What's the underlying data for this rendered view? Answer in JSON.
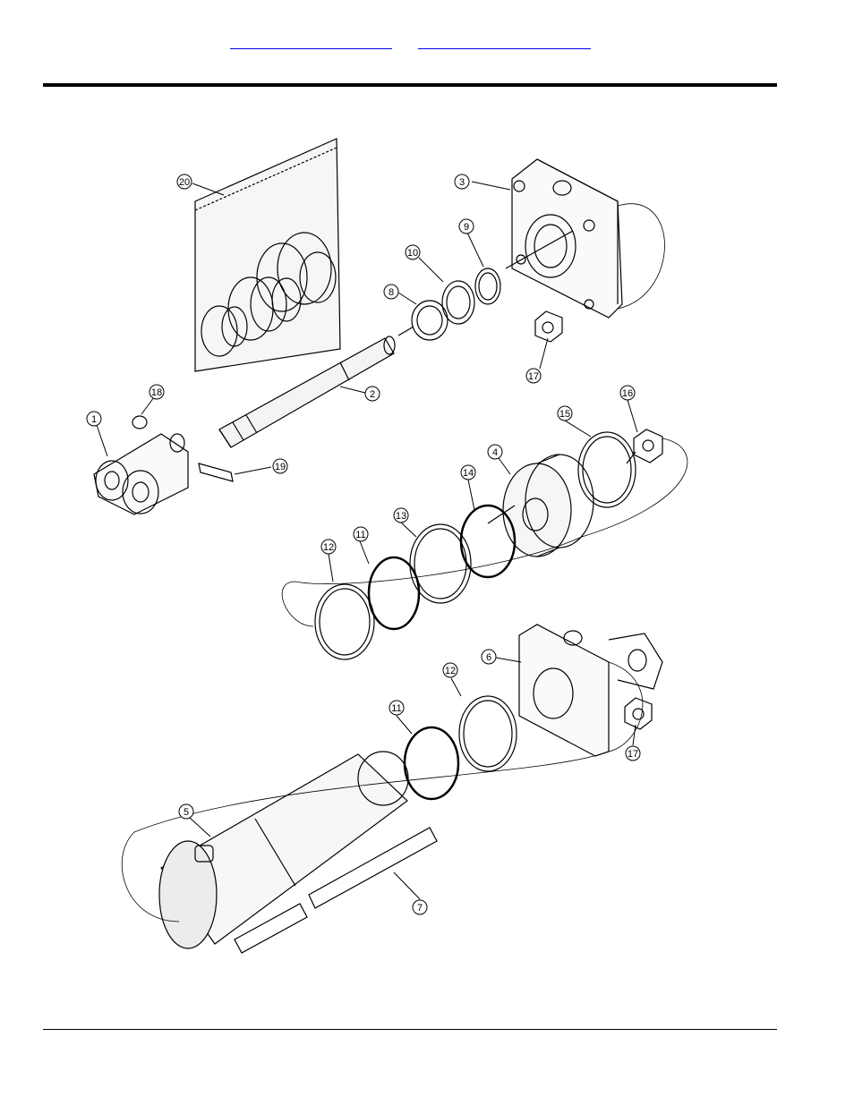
{
  "header": {
    "links": [
      {
        "label": ""
      },
      {
        "label": ""
      }
    ]
  },
  "diagram": {
    "callouts": [
      {
        "num": "1"
      },
      {
        "num": "2"
      },
      {
        "num": "3"
      },
      {
        "num": "4"
      },
      {
        "num": "5"
      },
      {
        "num": "6"
      },
      {
        "num": "7"
      },
      {
        "num": "8"
      },
      {
        "num": "9"
      },
      {
        "num": "10"
      },
      {
        "num": "11"
      },
      {
        "num": "11"
      },
      {
        "num": "12"
      },
      {
        "num": "12"
      },
      {
        "num": "13"
      },
      {
        "num": "14"
      },
      {
        "num": "15"
      },
      {
        "num": "16"
      },
      {
        "num": "17"
      },
      {
        "num": "17"
      },
      {
        "num": "18"
      },
      {
        "num": "19"
      },
      {
        "num": "20"
      }
    ]
  },
  "colors": {
    "link": "#0000ee",
    "ink": "#000000"
  }
}
